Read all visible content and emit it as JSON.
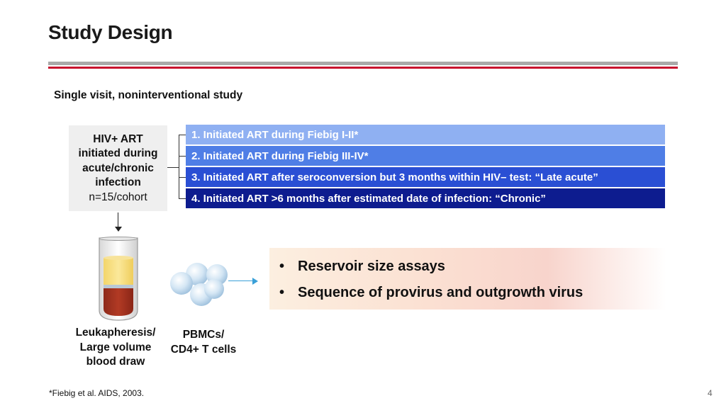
{
  "slide": {
    "title": "Study Design",
    "subtitle": "Single visit, noninterventional study",
    "footnote": "*Fiebig et al. AIDS, 2003.",
    "page_number": "4"
  },
  "hiv_box": {
    "lines": [
      "HIV+ ART",
      "initiated during",
      "acute/chronic",
      "infection"
    ],
    "n_label": "n=15/cohort"
  },
  "cohorts": [
    "1. Initiated ART during Fiebig I-II*",
    "2. Initiated ART during Fiebig III-IV*",
    "3. Initiated ART after seroconversion but 3 months within HIV– test: “Late acute”",
    "4. Initiated ART >6 months after estimated date of infection: “Chronic”"
  ],
  "assays": {
    "bullet": "•",
    "items": [
      "Reservoir size assays",
      "Sequence of provirus and outgrowth virus"
    ]
  },
  "captions": {
    "leukapheresis": [
      "Leukapheresis/",
      "Large volume",
      "blood draw"
    ],
    "pbmcs": [
      "PBMCs/",
      "CD4+ T cells"
    ]
  },
  "colors": {
    "title_rule_grey": "#a9a9a9",
    "title_rule_red": "#c8102e",
    "cohort_1": "#8fb0f2",
    "cohort_2": "#4f7ee6",
    "cohort_3": "#2a4fd4",
    "cohort_4": "#0d1c8f",
    "arrow_blue": "#3aa0d8"
  },
  "icons": {
    "blood_tube": "blood-tube-icon",
    "cells": "cell-cluster-icon"
  }
}
